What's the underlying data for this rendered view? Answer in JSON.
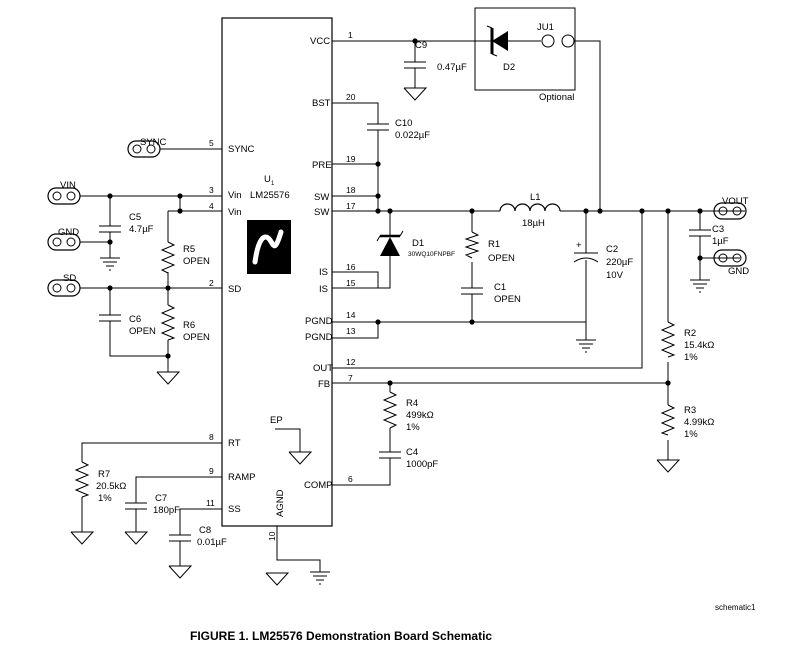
{
  "caption": "FIGURE 1. LM25576 Demonstration Board Schematic",
  "footnote": "schematic1",
  "ic": {
    "ref": "U",
    "ref_sub": "1",
    "part": "LM25576",
    "pins": {
      "vcc": {
        "name": "VCC",
        "num": "1"
      },
      "bst": {
        "name": "BST",
        "num": "20"
      },
      "pre": {
        "name": "PRE",
        "num": "19"
      },
      "sw18": {
        "name": "SW",
        "num": "18"
      },
      "sw17": {
        "name": "SW",
        "num": "17"
      },
      "vin3": {
        "name": "Vin",
        "num": "3"
      },
      "vin4": {
        "name": "Vin",
        "num": "4"
      },
      "sync": {
        "name": "SYNC",
        "num": "5"
      },
      "sd": {
        "name": "SD",
        "num": "2"
      },
      "is16": {
        "name": "IS",
        "num": "16"
      },
      "is15": {
        "name": "IS",
        "num": "15"
      },
      "pgnd14": {
        "name": "PGND",
        "num": "14"
      },
      "pgnd13": {
        "name": "PGND",
        "num": "13"
      },
      "out": {
        "name": "OUT",
        "num": "12"
      },
      "fb": {
        "name": "FB",
        "num": "7"
      },
      "ep": {
        "name": "EP",
        "num": ""
      },
      "rt": {
        "name": "RT",
        "num": "8"
      },
      "ramp": {
        "name": "RAMP",
        "num": "9"
      },
      "ss": {
        "name": "SS",
        "num": "11"
      },
      "comp": {
        "name": "COMP",
        "num": "6"
      },
      "agnd": {
        "name": "AGND",
        "num": "10"
      }
    }
  },
  "connectors": {
    "sync": "SYNC",
    "vin": "VIN",
    "gnd_in": "GND",
    "sd": "SD",
    "vout": "VOUT",
    "gnd_out": "GND"
  },
  "components": {
    "c9": {
      "ref": "C9",
      "value": "0.47µF"
    },
    "c10": {
      "ref": "C10",
      "value": "0.022µF"
    },
    "d2": {
      "ref": "D2",
      "value": ""
    },
    "ju1": {
      "ref": "JU1",
      "value": ""
    },
    "optional": "Optional",
    "c5": {
      "ref": "C5",
      "value": "4.7µF"
    },
    "r5": {
      "ref": "R5",
      "value": "OPEN"
    },
    "c6": {
      "ref": "C6",
      "value": "OPEN"
    },
    "r6": {
      "ref": "R6",
      "value": "OPEN"
    },
    "l1": {
      "ref": "L1",
      "value": "18µH"
    },
    "d1": {
      "ref": "D1",
      "value": "30WQ10FNPBF"
    },
    "r1": {
      "ref": "R1",
      "value": "OPEN"
    },
    "c1": {
      "ref": "C1",
      "value": "OPEN"
    },
    "c2": {
      "ref": "C2",
      "value": "220µF",
      "rating": "10V"
    },
    "c3": {
      "ref": "C3",
      "value": "1µF"
    },
    "r2": {
      "ref": "R2",
      "value": "15.4kΩ",
      "tol": "1%"
    },
    "r3": {
      "ref": "R3",
      "value": "4.99kΩ",
      "tol": "1%"
    },
    "r4": {
      "ref": "R4",
      "value": "499kΩ",
      "tol": "1%"
    },
    "c4": {
      "ref": "C4",
      "value": "1000pF"
    },
    "r7": {
      "ref": "R7",
      "value": "20.5kΩ",
      "tol": "1%"
    },
    "c7": {
      "ref": "C7",
      "value": "180pF"
    },
    "c8": {
      "ref": "C8",
      "value": "0.01µF"
    }
  }
}
